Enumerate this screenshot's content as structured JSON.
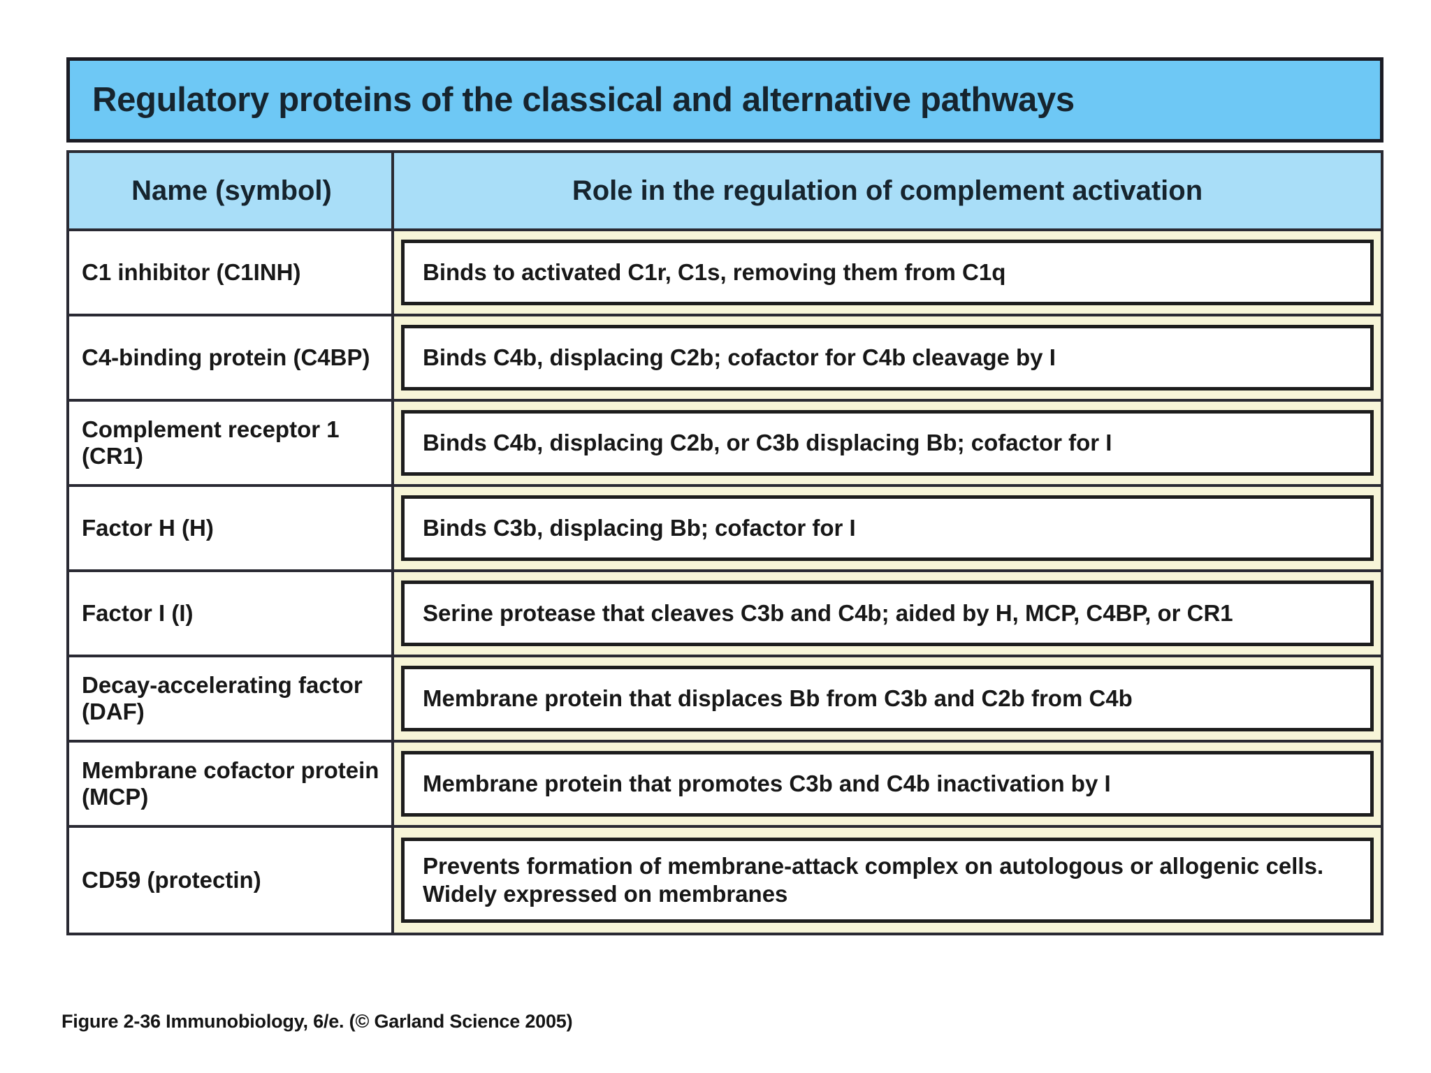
{
  "title": "Regulatory proteins of the classical and alternative pathways",
  "table": {
    "headers": {
      "name": "Name (symbol)",
      "role": "Role in the regulation of complement activation"
    },
    "rows": [
      {
        "name": "C1 inhibitor (C1INH)",
        "role": "Binds to  activated C1r, C1s,  removing them  from C1q"
      },
      {
        "name": "C4-binding protein (C4BP)",
        "role": "Binds C4b, displacing C2b;  cofactor for  C4b  cleavage by  I"
      },
      {
        "name": "Complement receptor 1 (CR1)",
        "role": "Binds C4b, displacing C2b,  or  C3b displacing Bb; cofactor for  I"
      },
      {
        "name": "Factor H  (H)",
        "role": "Binds C3b, displacing Bb; cofactor for  I"
      },
      {
        "name": "Factor I  (I)",
        "role": "Serine protease that cleaves C3b and C4b; aided by H, MCP, C4BP, or CR1"
      },
      {
        "name": "Decay-accelerating factor (DAF)",
        "role": "Membrane protein that  displaces Bb  from  C3b  and  C2b  from C4b"
      },
      {
        "name": "Membrane cofactor protein (MCP)",
        "role": "Membrane protein that  promotes C3b  and  C4b  inactivation  by I"
      },
      {
        "name": "CD59  (protectin)",
        "role": "Prevents formation  of membrane-attack  complex on autologous or allogenic cells.  Widely  expressed on  membranes"
      }
    ]
  },
  "caption": "Figure 2-36  Immunobiology, 6/e. (© Garland Science 2005)",
  "colors": {
    "title_bar": "#6ec8f5",
    "header_row": "#a9def8",
    "role_cell_pad": "#f7f5d8",
    "border": "#2a2a33",
    "text": "#171717"
  }
}
